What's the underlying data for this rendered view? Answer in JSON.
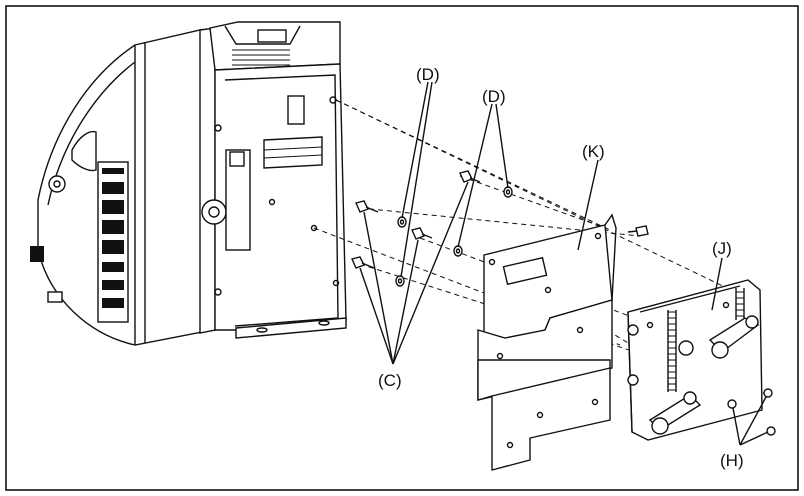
{
  "labels": {
    "c": "(C)",
    "d1": "(D)",
    "d2": "(D)",
    "h": "(H)",
    "j": "(J)",
    "k": "(K)"
  }
}
